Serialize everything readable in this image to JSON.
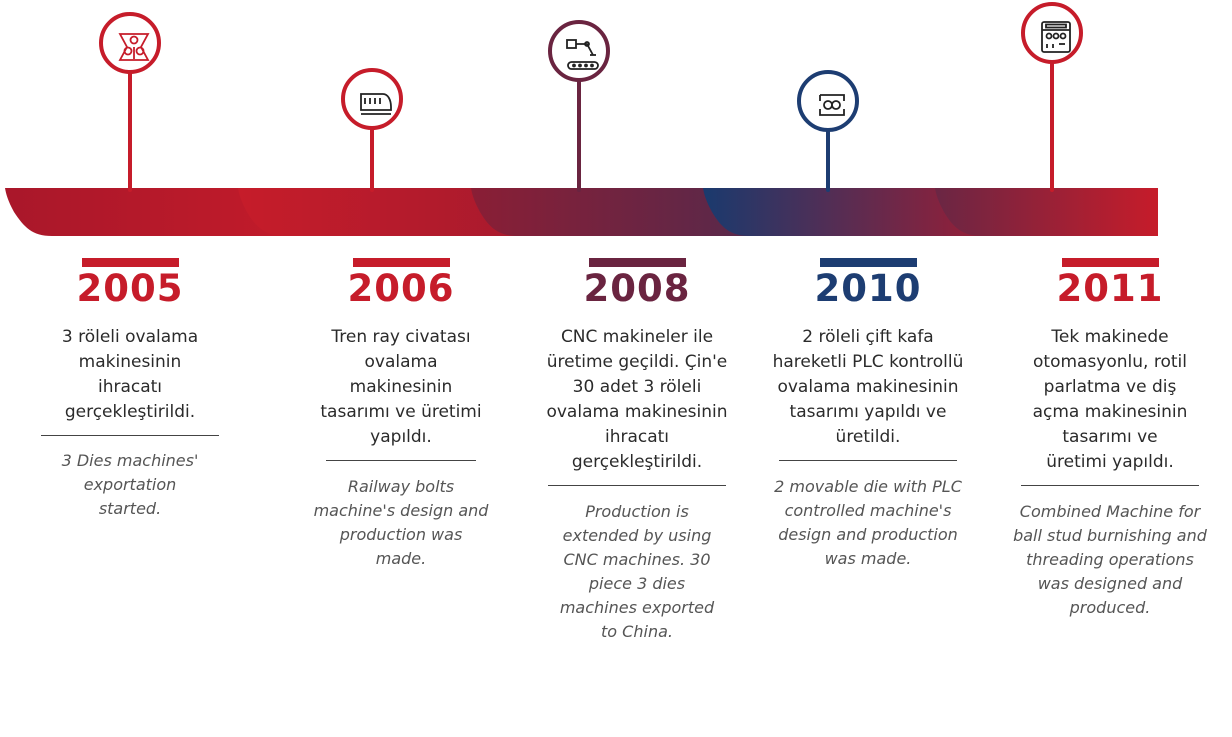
{
  "colors": {
    "red": "#c61c2a",
    "maroon": "#5e2a47",
    "navy": "#1d3d72"
  },
  "milestones": [
    {
      "year": "2005",
      "color": "#c61c2a",
      "icon": "rolling-dies-icon",
      "tr": "3 röleli ovalama makinesinin ihracatı gerçekleştirildi.",
      "en": "3 Dies machines' exportation started."
    },
    {
      "year": "2006",
      "color": "#c61c2a",
      "icon": "train-icon",
      "tr": "Tren ray civatası ovalama makinesinin tasarımı ve üretimi yapıldı.",
      "en": "Railway bolts machine's design and production was made."
    },
    {
      "year": "2008",
      "color": "#6a2440",
      "icon": "cnc-robot-arm-icon",
      "tr": "CNC makineler ile üretime geçildi. Çin'e 30 adet 3 röleli ovalama makinesinin ihracatı gerçekleştirildi.",
      "en": "Production is extended by using CNC machines. 30 piece 3 dies machines exported to China."
    },
    {
      "year": "2010",
      "color": "#1d3d72",
      "icon": "movable-die-icon",
      "tr": "2 röleli çift kafa hareketli PLC kontrollü ovalama makinesinin tasarımı yapıldı ve üretildi.",
      "en": "2 movable die with PLC controlled machine's design and production was made."
    },
    {
      "year": "2011",
      "color": "#c61c2a",
      "icon": "control-panel-icon",
      "tr": "Tek makinede otomasyonlu, rotil parlatma ve diş açma makinesinin tasarımı ve üretimi yapıldı.",
      "en": "Combined Machine for ball stud burnishing and threading operations was designed and produced."
    }
  ]
}
